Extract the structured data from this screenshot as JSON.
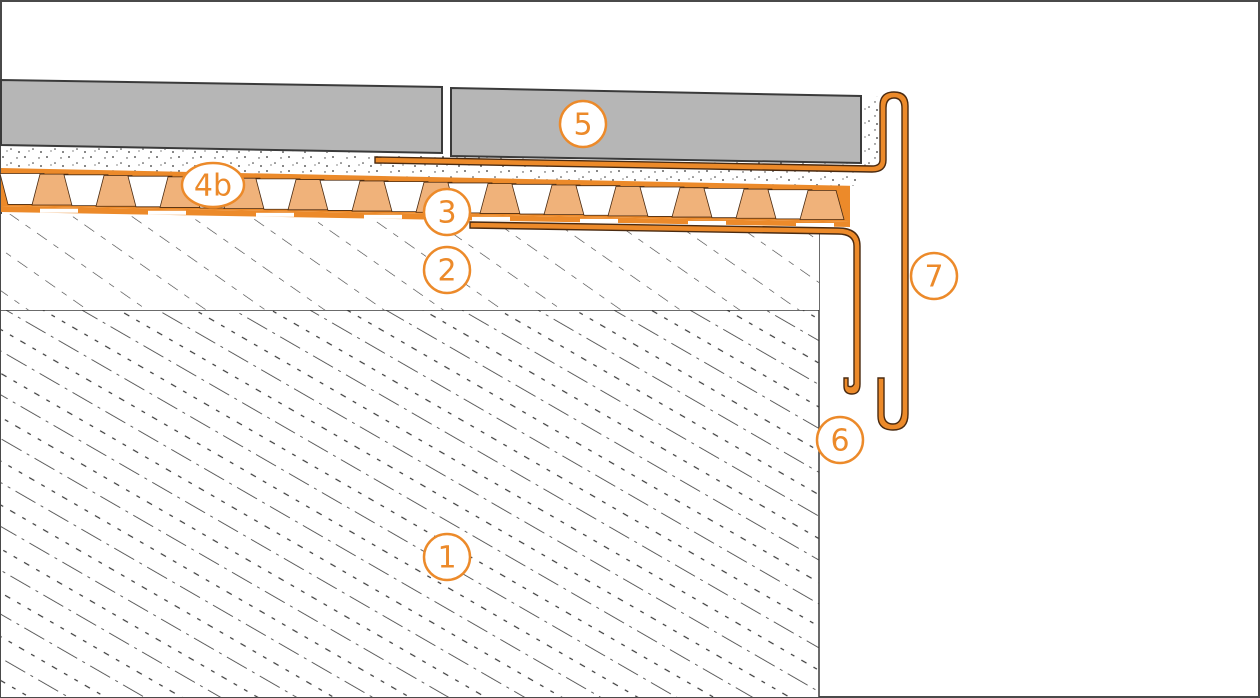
{
  "callouts": [
    {
      "id": "1",
      "label": "1"
    },
    {
      "id": "2",
      "label": "2"
    },
    {
      "id": "3",
      "label": "3"
    },
    {
      "id": "4b",
      "label": "4b"
    },
    {
      "id": "5",
      "label": "5"
    },
    {
      "id": "6",
      "label": "6"
    },
    {
      "id": "7",
      "label": "7"
    }
  ],
  "colors": {
    "accent": "#ec8a2a",
    "profile_fill": "#f0b27a",
    "tile": "#b6b6b6",
    "hatch": "#3a3a3a",
    "frame": "#4a4a4a"
  }
}
